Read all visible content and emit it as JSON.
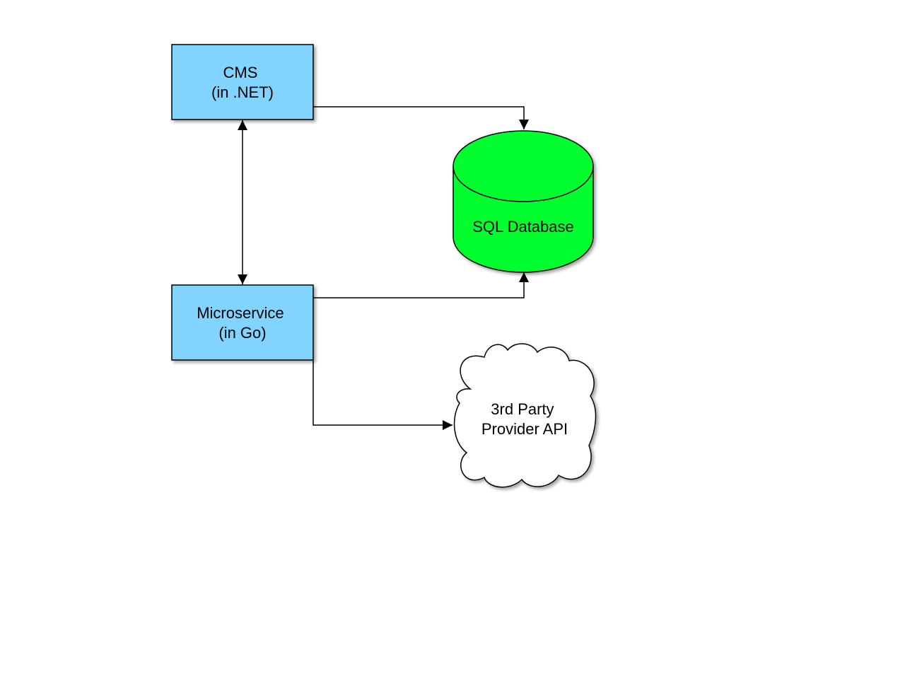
{
  "nodes": {
    "cms": {
      "line1": "CMS",
      "line2": "(in .NET)"
    },
    "microservice": {
      "line1": "Microservice",
      "line2": "(in Go)"
    },
    "database": {
      "label": "SQL Database"
    },
    "third_party": {
      "line1": "3rd Party",
      "line2": "Provider API"
    }
  },
  "colors": {
    "service_fill": "#80d4ff",
    "database_fill": "#00ff2e",
    "cloud_fill": "#ffffff",
    "stroke": "#000000"
  },
  "edges": [
    {
      "from": "cms",
      "to": "database",
      "direction": "forward"
    },
    {
      "from": "cms",
      "to": "microservice",
      "direction": "both"
    },
    {
      "from": "microservice",
      "to": "database",
      "direction": "forward"
    },
    {
      "from": "microservice",
      "to": "third_party",
      "direction": "forward"
    }
  ]
}
